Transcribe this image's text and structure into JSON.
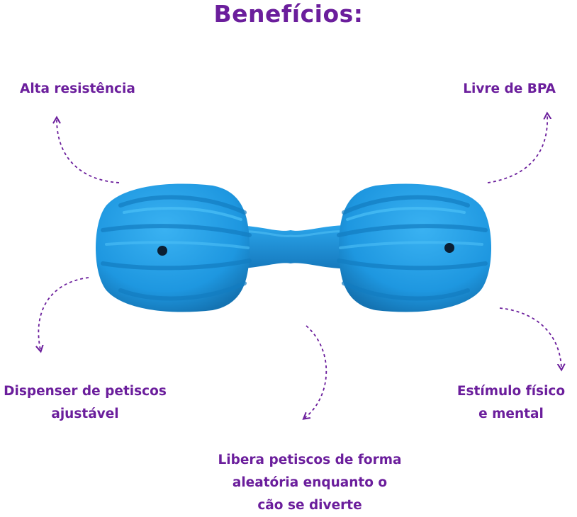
{
  "title": "Benefícios:",
  "benefits": {
    "top_left": "Alta resistência",
    "top_right": "Livre de BPA",
    "bottom_left": [
      "Dispenser de petiscos",
      "ajustável"
    ],
    "bottom_right": [
      "Estímulo físico",
      "e mental"
    ],
    "bottom_center": [
      "Libera petiscos de forma",
      "aleatória enquanto o",
      "cão se diverte"
    ]
  },
  "colors": {
    "accent": "#6b1e9c",
    "toy": "#1e97e0"
  }
}
